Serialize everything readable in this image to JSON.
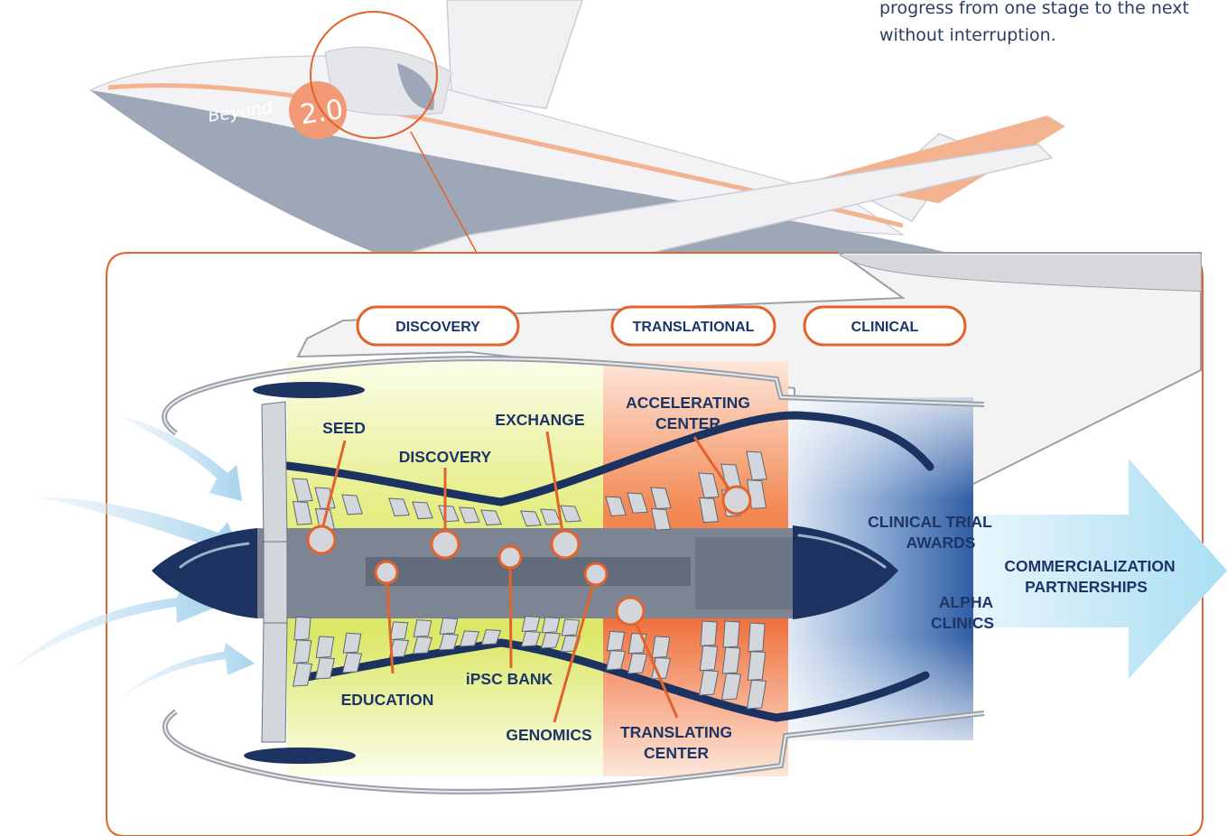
{
  "intro_text": {
    "line1": "progress from one stage to the next",
    "line2": "without interruption."
  },
  "logo": {
    "text": "Beyond",
    "number": "2.0"
  },
  "stages": {
    "discovery": "DISCOVERY",
    "translational": "TRANSLATIONAL",
    "clinical": "CLINICAL"
  },
  "programs": {
    "seed": "SEED",
    "discovery": "DISCOVERY",
    "exchange": "EXCHANGE",
    "accelerating_line1": "ACCELERATING",
    "accelerating_line2": "CENTER",
    "clinical_trial_line1": "CLINICAL TRIAL",
    "clinical_trial_line2": "AWARDS",
    "alpha_line1": "ALPHA",
    "alpha_line2": "CLINICS",
    "commercialization_line1": "COMMERCIALIZATION",
    "commercialization_line2": "PARTNERSHIPS",
    "education": "EDUCATION",
    "ipsc_bank": "iPSC BANK",
    "genomics": "GENOMICS",
    "translating_line1": "TRANSLATING",
    "translating_line2": "CENTER"
  },
  "colors": {
    "frame_orange": "#e2632b",
    "navy": "#1c3260",
    "discovery_zone": "#dfe96a",
    "translational_zone": "#f08a55",
    "clinical_zone": "#3d6fb3",
    "inflow_arrow": "#b9dcf0",
    "plane_body": "#9ea7b8",
    "plane_accent": "#f4b390"
  }
}
